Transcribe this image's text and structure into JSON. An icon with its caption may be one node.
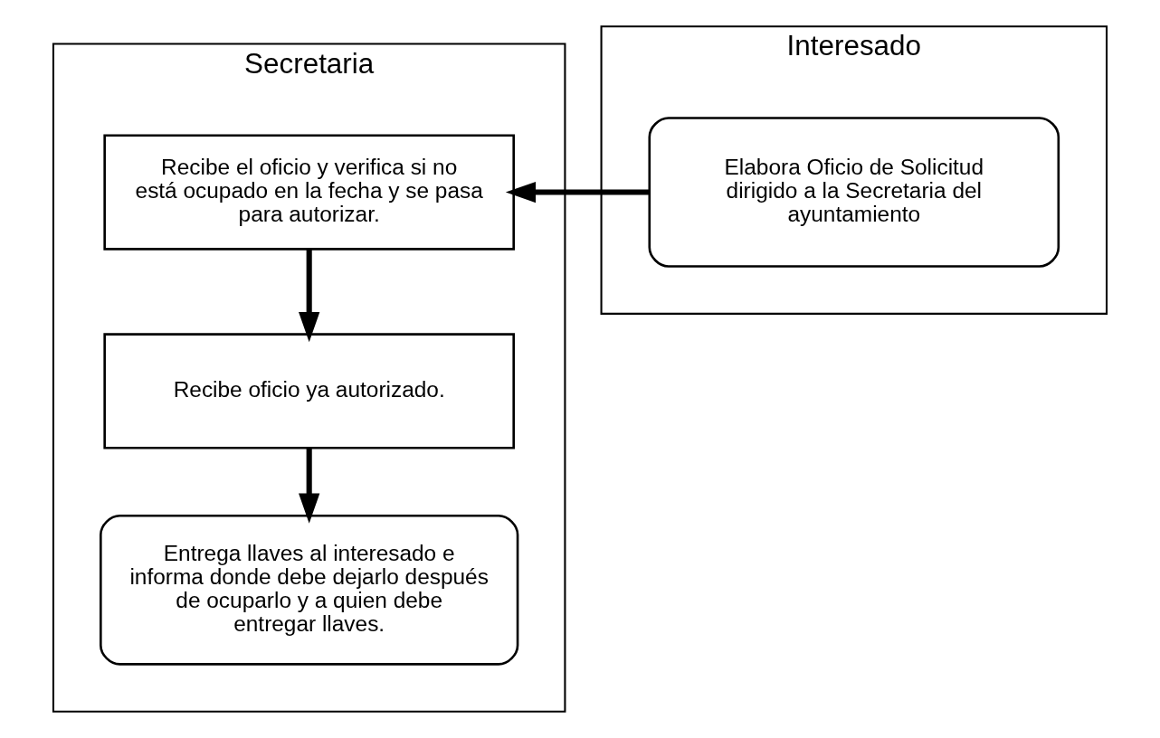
{
  "diagram": {
    "nodes": [
      {
        "text": [
          "Secretaria"
        ]
      },
      {
        "text": [
          "Interesado"
        ]
      },
      {
        "text": [
          "Recibe el oficio y verifica si no está ocupado en la fecha y se pasa para autorizar."
        ],
        "in": 0
      },
      {
        "text": [
          "Elabora Oficio de Solicitud dirigido a la Secretaria del ayuntamiento"
        ],
        "in": 1
      },
      {
        "text": [
          "Recibe oficio ya autorizado."
        ],
        "in": 0
      },
      {
        "text": [
          "Entrega llaves al interesado e informa donde debe dejarlo después de ocuparlo y a quien debe entregar llaves."
        ],
        "in": 0
      }
    ],
    "edges": [
      {
        "from": 3,
        "to": 2,
        "arrow": "to"
      },
      {
        "from": 2,
        "to": 4,
        "arrow": "to"
      },
      {
        "from": 4,
        "to": 5,
        "arrow": "to"
      }
    ]
  }
}
